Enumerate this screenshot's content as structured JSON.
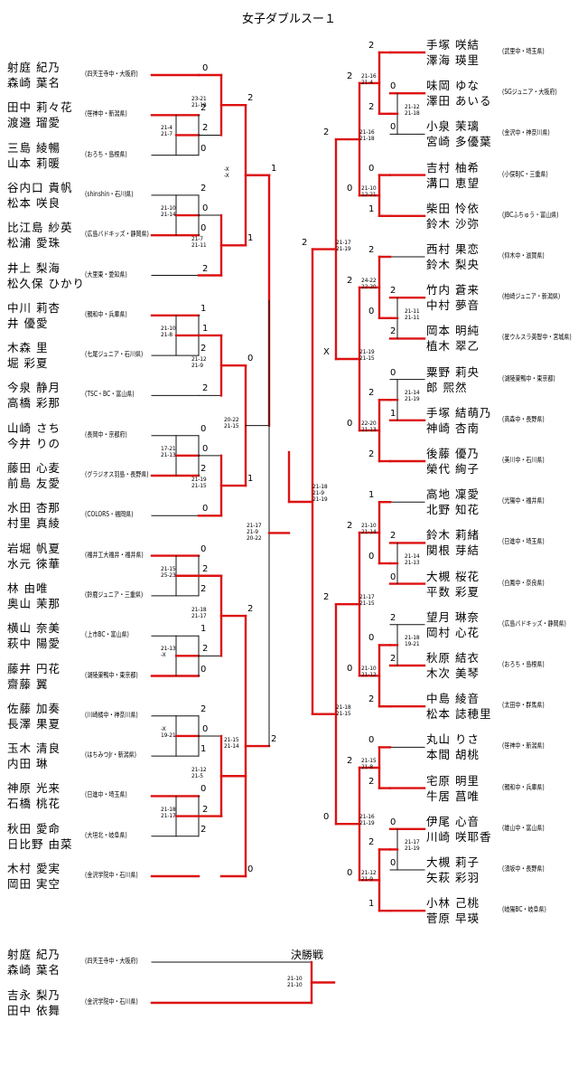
{
  "title": "女子ダブルスー１",
  "final_label": "決勝戦",
  "left_pairs": [
    {
      "p1": "射庭 紀乃",
      "p2": "森崎 葉名",
      "team": "(四天王寺中・大阪府)"
    },
    {
      "p1": "田中 莉々花",
      "p2": "渡邉 瑠愛",
      "team": "(笹神中・新潟県)"
    },
    {
      "p1": "三島 綾暢",
      "p2": "山本 莉暖",
      "team": "(おろち・島根県)"
    },
    {
      "p1": "谷内口 貴帆",
      "p2": "松本 咲良",
      "team": "(shinshin・石川県)"
    },
    {
      "p1": "比江島 紗英",
      "p2": "松浦 愛珠",
      "team": "(広島バドキッズ・静岡県)"
    },
    {
      "p1": "井上 梨海",
      "p2": "松久保 ひかり",
      "team": "(大里東・愛知県)"
    },
    {
      "p1": "中川 莉杏",
      "p2": "井 優愛",
      "team": "(親和中・兵庫県)"
    },
    {
      "p1": "木森 里",
      "p2": "堀 彩夏",
      "team": "(七尾ジュニア・石川県)"
    },
    {
      "p1": "今泉 静月",
      "p2": "高橋 彩那",
      "team": "(TSC・BC・富山県)"
    },
    {
      "p1": "山崎 さち",
      "p2": "今井 りの",
      "team": "(長岡中・京都府)"
    },
    {
      "p1": "藤田 心麦",
      "p2": "前島 友愛",
      "team": "(グラジオス羽島・長野県)"
    },
    {
      "p1": "水田 杏那",
      "p2": "村里 真綾",
      "team": "(COLORS・福岡県)"
    },
    {
      "p1": "岩堀 帆夏",
      "p2": "水元 徠華",
      "team": "(福井工大福井・福井県)"
    },
    {
      "p1": "林 由唯",
      "p2": "奥山 茉那",
      "team": "(鈴鹿ジュニア・三重県)"
    },
    {
      "p1": "横山 奈美",
      "p2": "萩中 陽愛",
      "team": "(上市BC・富山県)"
    },
    {
      "p1": "藤井 円花",
      "p2": "齋藤 翼",
      "team": "(湖陵巣鴨中・東京都)"
    },
    {
      "p1": "佐藤 加奏",
      "p2": "長澤 果夏",
      "team": "(川崎橘中・神奈川県)"
    },
    {
      "p1": "玉木 清良",
      "p2": "内田 琳",
      "team": "(はちみつJr・新潟県)"
    },
    {
      "p1": "神原 光来",
      "p2": "石橋 桃花",
      "team": "(日進中・埼玉県)"
    },
    {
      "p1": "秋田 愛命",
      "p2": "日比野 由菜",
      "team": "(大垣北・岐阜県)"
    },
    {
      "p1": "木村 愛実",
      "p2": "岡田 実空",
      "team": "(金沢学院中・石川県)"
    }
  ],
  "right_pairs": [
    {
      "p1": "手塚 咲結",
      "p2": "澤海 瑛里",
      "team": "(武里中・埼玉県)"
    },
    {
      "p1": "味岡 ゆな",
      "p2": "澤田 あいる",
      "team": "(SGジュニア・大阪府)"
    },
    {
      "p1": "小泉 茉璃",
      "p2": "宮崎 多優葉",
      "team": "(金沢中・神奈川県)"
    },
    {
      "p1": "吉村 柚希",
      "p2": "溝口 恵望",
      "team": "(小俣BJC・三重県)"
    },
    {
      "p1": "柴田 怜依",
      "p2": "鈴木 沙弥",
      "team": "(JBCふちゅう・富山県)"
    },
    {
      "p1": "西村 果恋",
      "p2": "鈴木 梨央",
      "team": "(仰木中・滋賀県)"
    },
    {
      "p1": "竹内 蒼来",
      "p2": "中村 夢音",
      "team": "(柏崎ジュニア・新潟県)"
    },
    {
      "p1": "岡本 明純",
      "p2": "植木 翠乙",
      "team": "(星ウルスラ英智中・宮城県)"
    },
    {
      "p1": "粟野 莉央",
      "p2": "郎 煕然",
      "team": "(湖陵巣鴨中・東京都)"
    },
    {
      "p1": "手塚 結萌乃",
      "p2": "神崎 杏南",
      "team": "(高森中・長野県)"
    },
    {
      "p1": "後藤 優乃",
      "p2": "榮代 絢子",
      "team": "(美川中・石川県)"
    },
    {
      "p1": "高地 凜愛",
      "p2": "北野 知花",
      "team": "(光陽中・福井県)"
    },
    {
      "p1": "鈴木 莉緒",
      "p2": "関根 芽結",
      "team": "(日進中・埼玉県)"
    },
    {
      "p1": "大槻 桜花",
      "p2": "平数 彩夏",
      "team": "(白鳳中・奈良県)"
    },
    {
      "p1": "望月 琳奈",
      "p2": "岡村 心花",
      "team": "(広島バドキッズ・静岡県)"
    },
    {
      "p1": "秋原 結衣",
      "p2": "木次 美琴",
      "team": "(おろち・島根県)"
    },
    {
      "p1": "中島 綾音",
      "p2": "松本 誌穂里",
      "team": "(太田中・群馬県)"
    },
    {
      "p1": "丸山 りさ",
      "p2": "本間 胡桃",
      "team": "(笹神中・新潟県)"
    },
    {
      "p1": "宅原 明里",
      "p2": "牛居 菖唯",
      "team": "(親和中・兵庫県)"
    },
    {
      "p1": "伊尾 心音",
      "p2": "川崎 咲耶香",
      "team": "(雄山中・富山県)"
    },
    {
      "p1": "大槻 莉子",
      "p2": "矢萩 彩羽",
      "team": "(須坂中・長野県)"
    },
    {
      "p1": "小林 己桃",
      "p2": "菅原 早瑛",
      "team": "(岐陽BC・岐阜県)"
    }
  ],
  "final_pairs": [
    {
      "p1": "射庭 紀乃",
      "p2": "森崎 葉名",
      "team": "(四天王寺中・大阪府)"
    },
    {
      "p1": "吉永 梨乃",
      "p2": "田中 依舞",
      "team": "(金沢学院中・石川県)"
    }
  ],
  "scores": [
    "2",
    "0",
    "2",
    "0",
    "1",
    "2",
    "0",
    "2",
    "0",
    "2",
    "1",
    "0",
    "2",
    "1",
    "0",
    "2",
    "0",
    "2",
    "0",
    "2",
    "1",
    "2",
    "0",
    "0",
    "2",
    "2",
    "0",
    "2",
    "2",
    "1",
    "0",
    "1",
    "2",
    "0",
    "1",
    "2",
    "0",
    "0",
    "2",
    "2",
    "0",
    "1",
    "2",
    "0",
    "2",
    "2",
    "0",
    "0",
    "2",
    "2",
    "0",
    "1",
    "2",
    "0",
    "2",
    "2",
    "1",
    "0",
    "0",
    "2",
    "0",
    "2",
    "2",
    "1",
    "2",
    "0",
    "2",
    "0",
    "2",
    "0",
    "2",
    "0",
    "2",
    "X",
    "2",
    "0",
    "2"
  ],
  "set_scores": [
    "21-4",
    "21-7",
    "21-10",
    "21-14",
    "21-10",
    "21-8",
    "17-21",
    "21-13",
    "21-15",
    "25-23",
    "21-13",
    "-X",
    "-X",
    "19-21",
    "21-18",
    "21-17",
    "23-21",
    "21-18",
    "21-7",
    "21-11",
    "21-12",
    "21-9",
    "21-19",
    "21-15",
    "21-18",
    "21-17",
    "21-12",
    "21-5",
    "-X",
    "-X",
    "20-22",
    "21-15",
    "21-15",
    "21-14",
    "21-17",
    "21-9",
    "20-22",
    "21-12",
    "21-18",
    "21-11",
    "21-11",
    "21-14",
    "21-19",
    "21-14",
    "21-13",
    "21-18",
    "19-21",
    "21-17",
    "21-19",
    "21-16",
    "21-4",
    "21-10",
    "12-21",
    "24-22",
    "22-20",
    "22-20",
    "21-13",
    "21-10",
    "21-14",
    "21-10",
    "21-12",
    "21-15",
    "21-8",
    "21-12",
    "21-9",
    "21-16",
    "21-18",
    "21-19",
    "21-15",
    "21-17",
    "21-15",
    "21-16",
    "21-19",
    "21-17",
    "21-19",
    "21-18",
    "21-15",
    "21-18",
    "21-9",
    "21-19",
    "21-10",
    "21-10",
    "21-19",
    "21-12",
    "21-15",
    "21-10",
    "21-14",
    "21-12",
    "21-14",
    "21-16"
  ]
}
